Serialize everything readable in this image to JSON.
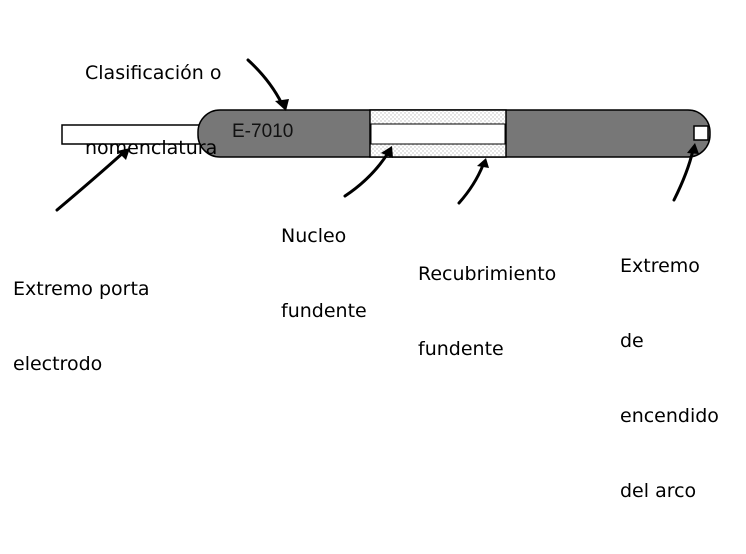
{
  "diagram": {
    "code_label": "E-7010",
    "labels": {
      "clasificacion": [
        "Clasificación o",
        "nomenclatura"
      ],
      "extremo_porta": [
        "Extremo porta",
        "electrodo"
      ],
      "nucleo": [
        "Nucleo",
        "fundente"
      ],
      "recubrimiento": [
        "Recubrimiento",
        "fundente"
      ],
      "extremo_encendido": [
        "Extremo",
        "de",
        "encendido",
        "del arco"
      ]
    },
    "colors": {
      "coating": "#777777",
      "bare_end": "#ffffff",
      "outline": "#000000",
      "flux_dots": "#bdbdbd"
    }
  }
}
